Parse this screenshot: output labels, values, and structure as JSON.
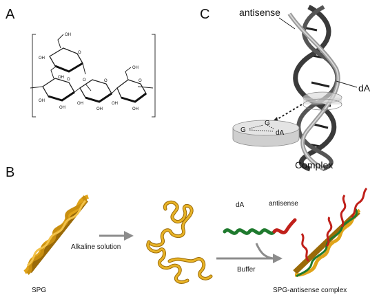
{
  "panels": {
    "a": {
      "letter": "A"
    },
    "b": {
      "letter": "B",
      "spg_label": "SPG",
      "alkaline_label": "Alkaline solution",
      "buffer_label": "Buffer",
      "da_label": "dA",
      "antisense_label": "antisense",
      "complex_label": "SPG-antisense complex"
    },
    "c": {
      "letter": "C",
      "antisense_label": "antisense",
      "da_label": "dA",
      "g1": "G",
      "g2": "G",
      "disk_da": "dA",
      "complex_label": "Complex"
    }
  },
  "chem": {
    "oh": "OH",
    "o": "O"
  },
  "colors": {
    "helix_gold": "#e0a41a",
    "helix_gold_dark": "#9a6a08",
    "strand_green": "#1f7a2e",
    "strand_red": "#c0201a",
    "arrow_gray": "#8c8c8c",
    "dark_strand": "#3a3a3a",
    "light_strand": "#9b9b9b"
  }
}
